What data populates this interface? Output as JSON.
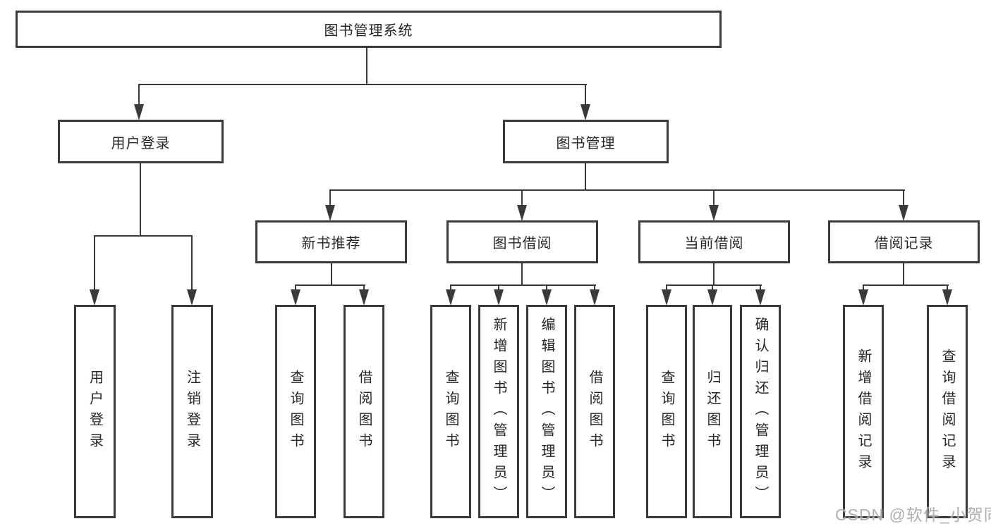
{
  "diagram": {
    "root": "图书管理系统",
    "level2": [
      "用户登录",
      "图书管理"
    ],
    "level3": [
      "新书推荐",
      "图书借阅",
      "当前借阅",
      "借阅记录"
    ],
    "leaves_user_login": [
      "用户登录",
      "注销登录"
    ],
    "leaves_new_book": [
      "查询图书",
      "借阅图书"
    ],
    "leaves_book_borrow": [
      "查询图书",
      "新增图书（管理员）",
      "编辑图书（管理员）",
      "借阅图书"
    ],
    "leaves_current_borrow": [
      "查询图书",
      "归还图书",
      "确认归还（管理员）"
    ],
    "leaves_borrow_record": [
      "新增借阅记录",
      "查询借阅记录"
    ]
  },
  "watermark": "CSDN @软件_小贺同学",
  "colors": {
    "line": "#3a3a3a",
    "text": "#262626",
    "background": "#ffffff",
    "watermark": "#9e9e9e"
  }
}
